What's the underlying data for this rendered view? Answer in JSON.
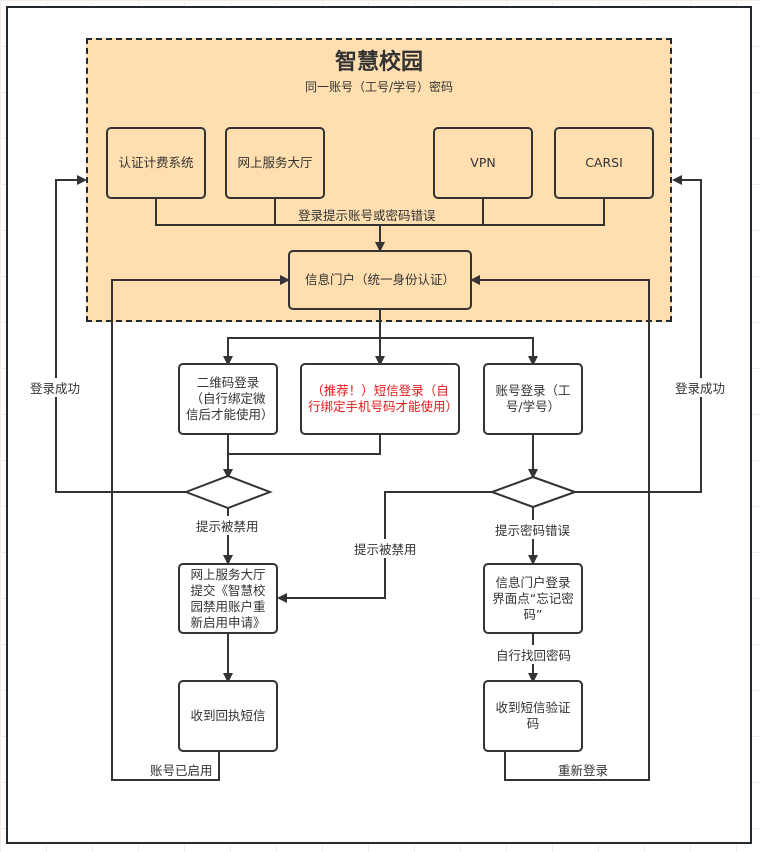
{
  "diagram": {
    "title": "智慧校园",
    "subtitle": "同一账号（工号/学号）密码",
    "systems": [
      {
        "id": "auth-billing",
        "label": "认证计费系统"
      },
      {
        "id": "online-hall",
        "label": "网上服务大厅"
      },
      {
        "id": "vpn",
        "label": "VPN"
      },
      {
        "id": "carsi",
        "label": "CARSI"
      }
    ],
    "portal": {
      "label": "信息门户（统一身份认证）"
    },
    "login_methods": [
      {
        "id": "qr",
        "label": "二维码登录（自行绑定微信后才能使用）"
      },
      {
        "id": "sms",
        "label": "（推荐！）短信登录（自行绑定手机号码才能使用）",
        "highlight_color": "#e8191a"
      },
      {
        "id": "account",
        "label": "账号登录（工号/学号）"
      }
    ],
    "steps": {
      "reenable_request": "网上服务大厅提交《智慧校园禁用账户重新启用申请》",
      "receipt_sms": "收到回执短信",
      "forgot_password": "信息门户登录界面点“忘记密码”",
      "sms_code": "收到短信验证码"
    },
    "edge_labels": {
      "login_error": "登录提示账号或密码错误",
      "login_success_left": "登录成功",
      "login_success_right": "登录成功",
      "disabled_left": "提示被禁用",
      "disabled_middle": "提示被禁用",
      "wrong_password": "提示密码错误",
      "self_recover": "自行找回密码",
      "account_enabled": "账号已启用",
      "relogin": "重新登录"
    },
    "colors": {
      "zone_fill": "#ffdfb0",
      "stroke": "#333333",
      "highlight": "#e8191a"
    }
  }
}
